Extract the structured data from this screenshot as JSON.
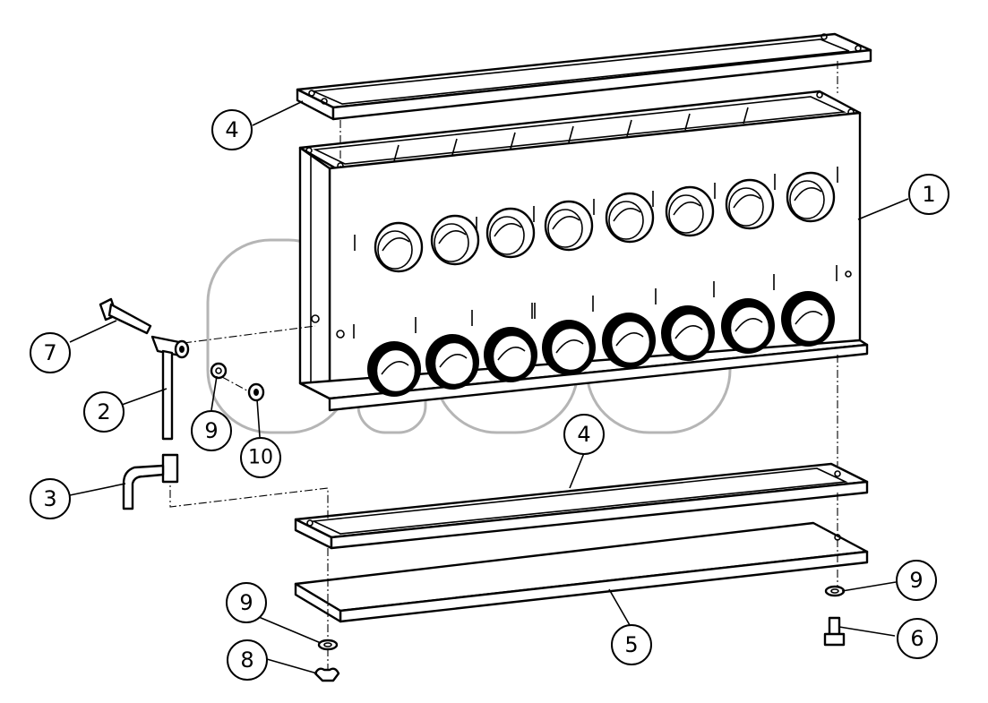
{
  "diagram": {
    "watermark": {
      "mark": "TM"
    },
    "callouts": [
      {
        "id": "c1",
        "label": "1"
      },
      {
        "id": "c2",
        "label": "2"
      },
      {
        "id": "c3",
        "label": "3"
      },
      {
        "id": "c4a",
        "label": "4"
      },
      {
        "id": "c4b",
        "label": "4"
      },
      {
        "id": "c5",
        "label": "5"
      },
      {
        "id": "c6",
        "label": "6"
      },
      {
        "id": "c7",
        "label": "7"
      },
      {
        "id": "c8",
        "label": "8"
      },
      {
        "id": "c9a",
        "label": "9"
      },
      {
        "id": "c9b",
        "label": "9"
      },
      {
        "id": "c9c",
        "label": "9"
      },
      {
        "id": "c10",
        "label": "10"
      }
    ],
    "colors": {
      "line": "#000000",
      "watermark": "#b5b5b5",
      "background": "#ffffff"
    }
  }
}
